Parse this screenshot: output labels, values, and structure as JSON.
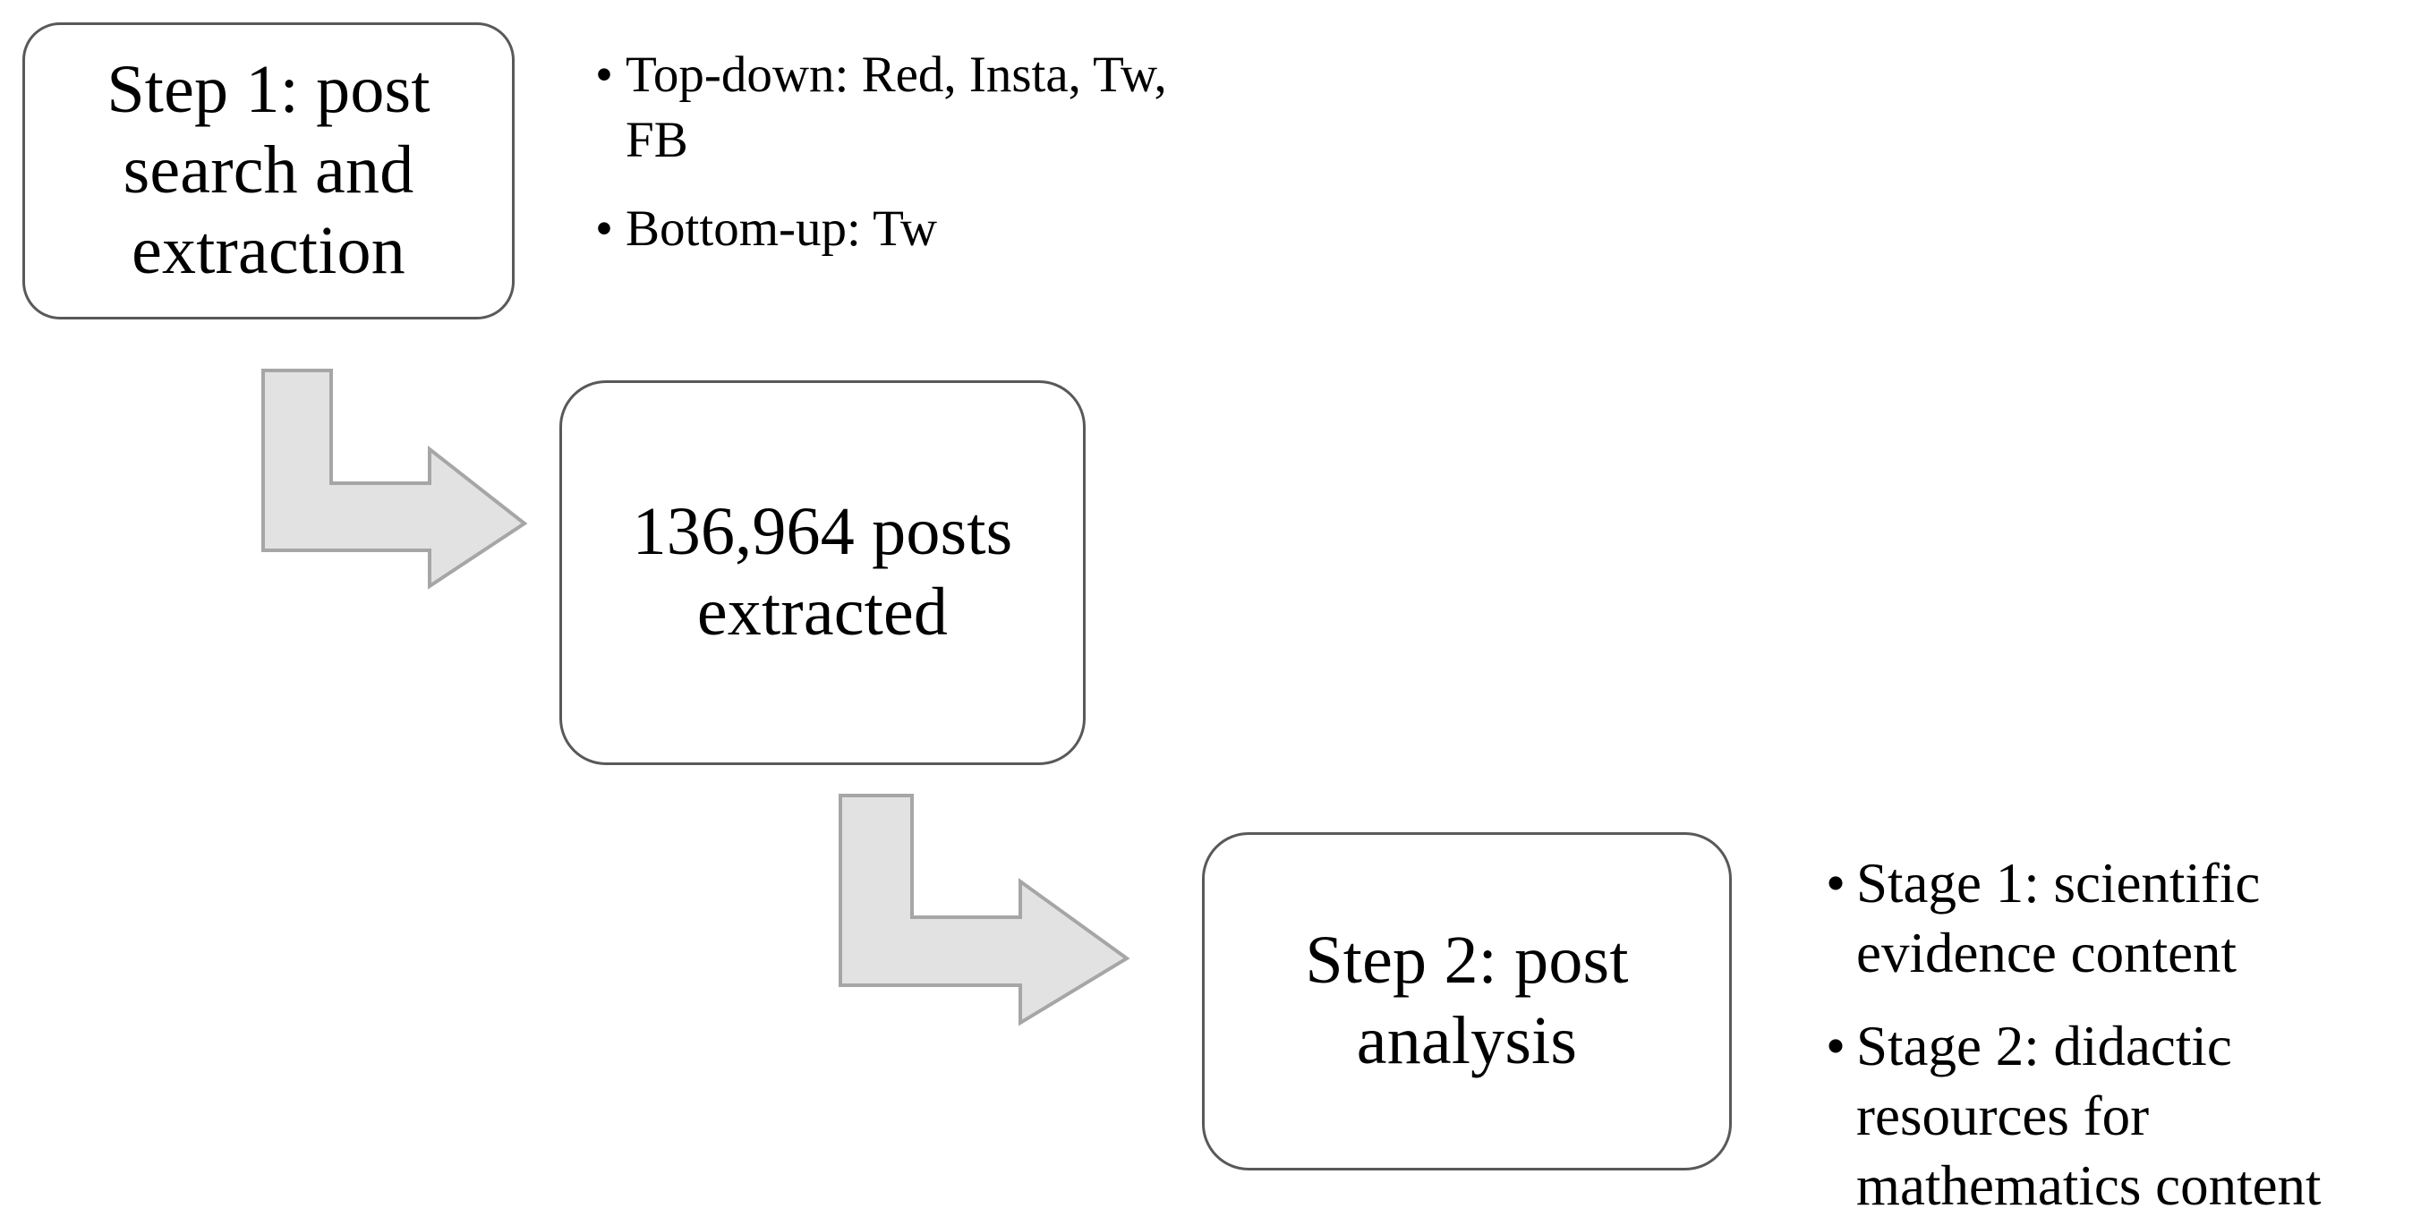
{
  "diagram": {
    "title": "Two-step social media post search and analysis workflow",
    "background_color": "#ffffff",
    "box_border_color": "#595959",
    "arrow_fill_color": "#E2E2E2",
    "arrow_stroke_color": "#A6A6A6",
    "text_color": "#000000"
  },
  "nodes": {
    "step1": {
      "label": "Step 1: post search and extraction"
    },
    "count": {
      "label": "136,964 posts extracted"
    },
    "step2": {
      "label": "Step 2: post analysis"
    }
  },
  "annotations": {
    "sources": {
      "bullets": [
        "Top-down: Red, Insta, Tw, FB",
        "Bottom-up: Tw"
      ]
    },
    "stages": {
      "bullets": [
        "Stage 1: scientific evidence content",
        "Stage 2: didactic resources for mathematics content"
      ]
    }
  },
  "connectors": [
    {
      "name": "elbow-arrow-step1-to-count",
      "direction": "down-then-right"
    },
    {
      "name": "elbow-arrow-count-to-step2",
      "direction": "down-then-right"
    }
  ]
}
